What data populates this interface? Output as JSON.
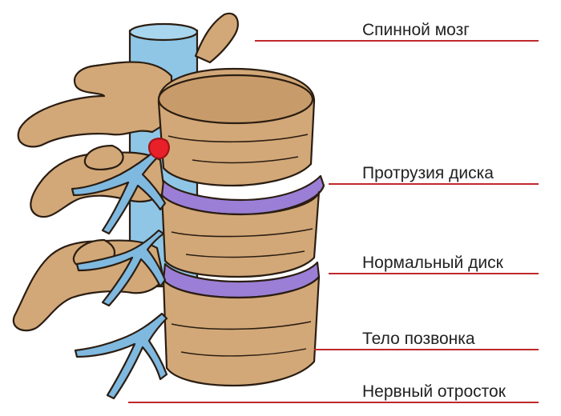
{
  "diagram": {
    "labels": [
      {
        "id": "spinal-cord",
        "text": "Спинной мозг"
      },
      {
        "id": "disc-protrusion",
        "text": "Протрузия диска"
      },
      {
        "id": "normal-disc",
        "text": "Нормальный диск"
      },
      {
        "id": "vertebral-body",
        "text": "Тело позвонка"
      },
      {
        "id": "nerve-root",
        "text": "Нервный отросток"
      }
    ],
    "colors": {
      "bone": "#d2a878",
      "bone_shadow": "#b98c5a",
      "bone_outline": "#2b1d12",
      "disc": "#9b7fd6",
      "disc_light": "#b8a2e6",
      "spinal_cord": "#8fc6e6",
      "nerve": "#7fb9e0",
      "protrusion": "#e8202a",
      "leader_line": "#c0282d"
    }
  }
}
